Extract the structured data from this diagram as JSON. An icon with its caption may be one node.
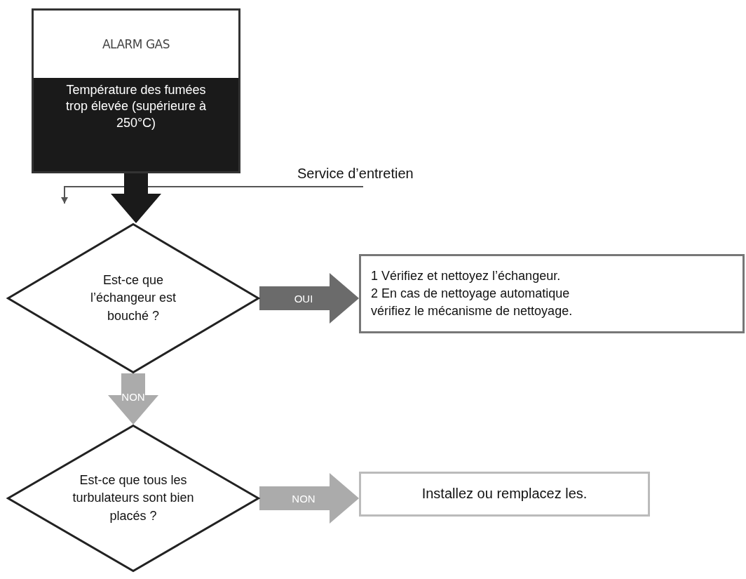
{
  "diagram": {
    "nodes": [
      {
        "text": [
          "ALARM GAS",
          "Température des fumées trop élevée (supérieure à 250°C)"
        ]
      },
      {
        "text": [
          "Est-ce que l’échangeur est bouché ?"
        ]
      },
      {
        "text": [
          "1 Vérifiez et nettoyez l’échangeur.",
          "2 En cas de nettoyage automatique vérifiez le mécanisme de nettoyage."
        ]
      },
      {
        "text": [
          "Est-ce que tous les turbulateurs sont bien placés ?"
        ]
      },
      {
        "text": [
          "Installez ou remplacez les."
        ]
      },
      {
        "text": [
          "Service d’entretien"
        ]
      }
    ],
    "edges": [
      {
        "from": 0,
        "to": 1,
        "arrow": "to",
        "style": "thick",
        "color": "#1a1a1a"
      },
      {
        "from": 1,
        "to": 2,
        "arrow": "to",
        "style": "thick",
        "color": "#6b6b6b",
        "label": "OUI"
      },
      {
        "from": 1,
        "to": 3,
        "arrow": "to",
        "style": "thick",
        "color": "#ababab",
        "label": "NON"
      },
      {
        "from": 3,
        "to": 4,
        "arrow": "to",
        "style": "thick",
        "color": "#ababab",
        "label": "NON"
      },
      {
        "from": 5,
        "to": null,
        "arrow": "to"
      }
    ]
  }
}
